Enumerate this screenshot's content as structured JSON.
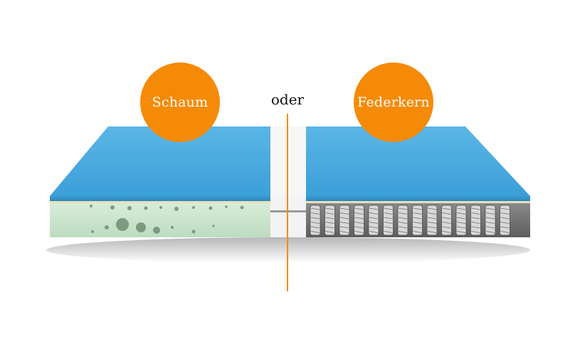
{
  "labels": {
    "foam": "Schaum",
    "separator": "oder",
    "spring": "Federkern"
  },
  "colors": {
    "accent": "#f58a07",
    "cover": "#4aa9dd",
    "foam_core": "#cfe6d2",
    "background": "#ffffff"
  },
  "icons": {
    "foam_section": "foam-core-illustration",
    "spring_section": "pocket-spring-illustration"
  }
}
